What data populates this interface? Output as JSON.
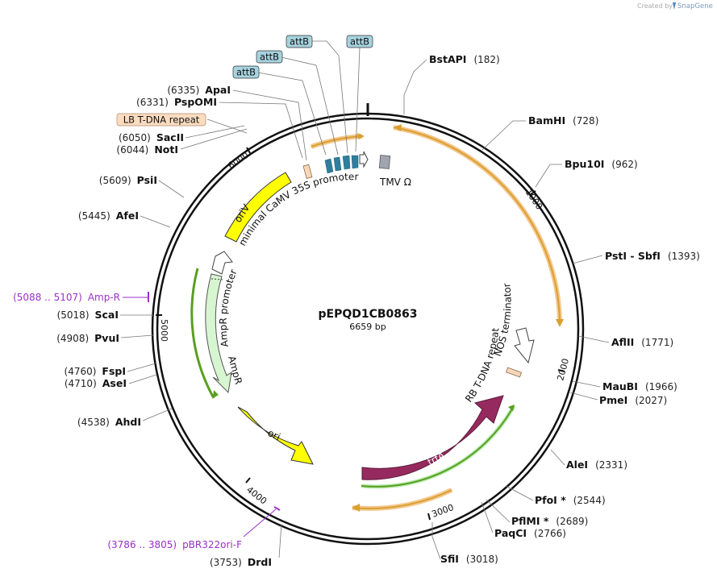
{
  "branding": {
    "created_by": "Created by",
    "app": "SnapGene"
  },
  "plasmid": {
    "name": "pEPQD1CB0863",
    "size": "6659 bp"
  },
  "ticks": [
    "1000",
    "2000",
    "3000",
    "4000",
    "5000",
    "6000"
  ],
  "enzymes": [
    {
      "name": "BstAPI",
      "pos": "(182)"
    },
    {
      "name": "BamHI",
      "pos": "(728)"
    },
    {
      "name": "Bpu10I",
      "pos": "(962)"
    },
    {
      "name": "PstI - SbfI",
      "pos": "(1393)"
    },
    {
      "name": "AflII",
      "pos": "(1771)"
    },
    {
      "name": "MauBI",
      "pos": "(1966)"
    },
    {
      "name": "PmeI",
      "pos": "(2027)"
    },
    {
      "name": "AleI",
      "pos": "(2331)"
    },
    {
      "name": "PfoI *",
      "pos": "(2544)"
    },
    {
      "name": "PflMI *",
      "pos": "(2689)"
    },
    {
      "name": "PaqCI",
      "pos": "(2766)"
    },
    {
      "name": "SfiI",
      "pos": "(3018)"
    },
    {
      "name": "DrdI",
      "pos": "(3753)"
    },
    {
      "name": "AhdI",
      "pos": "(4538)"
    },
    {
      "name": "AseI",
      "pos": "(4710)"
    },
    {
      "name": "FspI",
      "pos": "(4760)"
    },
    {
      "name": "PvuI",
      "pos": "(4908)"
    },
    {
      "name": "ScaI",
      "pos": "(5018)"
    },
    {
      "name": "AfeI",
      "pos": "(5445)"
    },
    {
      "name": "PsiI",
      "pos": "(5609)"
    },
    {
      "name": "NotI",
      "pos": "(6044)"
    },
    {
      "name": "SacII",
      "pos": "(6050)"
    },
    {
      "name": "PspOMI",
      "pos": "(6331)"
    },
    {
      "name": "ApaI",
      "pos": "(6335)"
    }
  ],
  "primers": [
    {
      "range": "(5088 .. 5107)",
      "name": "Amp-R"
    },
    {
      "range": "(3786 .. 3805)",
      "name": "pBR322ori-F"
    }
  ],
  "boxed_features": {
    "attB": [
      "attB",
      "attB",
      "attB",
      "attB"
    ],
    "lb_repeat": "LB T-DNA repeat"
  },
  "features": {
    "oriV": "oriV",
    "camv": "minimal CaMV 35S promoter",
    "tmv": "TMV Ω",
    "ampr_promoter": "AmpR promoter",
    "ampr": "AmpR",
    "ori": "ori",
    "trfA": "trfA",
    "rb_repeat": "RB T-DNA repeat",
    "nos": "NOS terminator"
  }
}
